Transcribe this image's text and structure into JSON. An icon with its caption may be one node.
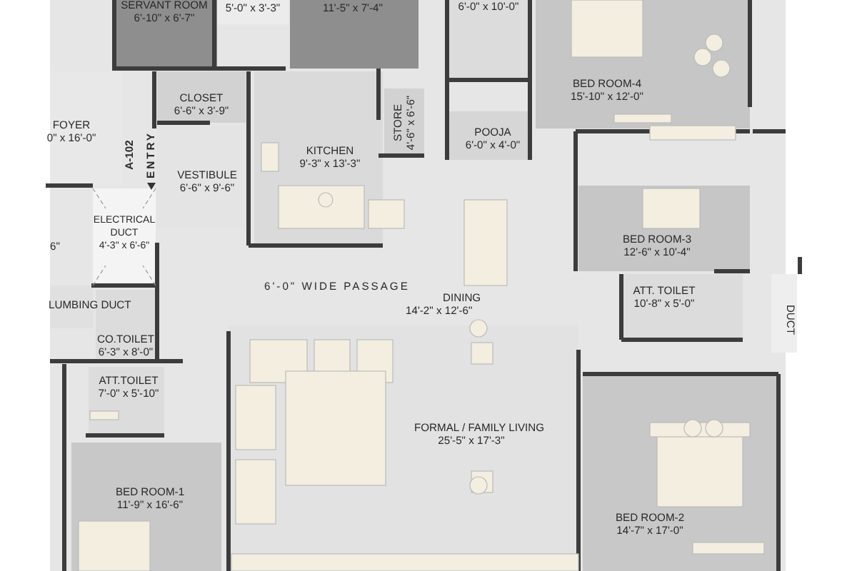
{
  "diagram": {
    "nodes": [
      {
        "text": [
          "SERVANT ROOM",
          "6'-10\" x 6'-7\""
        ]
      },
      {
        "text": [
          "5'-0\" x 3'-3\""
        ]
      },
      {
        "text": [
          "11'-5\" x 7'-4\""
        ]
      },
      {
        "text": [
          "6'-0\" x 10'-0\""
        ]
      },
      {
        "text": [
          "BED ROOM-4",
          "15'-10\" x 12'-0\""
        ]
      },
      {
        "text": [
          "CLOSET",
          "6'-6\" x 3'-9\""
        ]
      },
      {
        "text": [
          "FOYER",
          "0\" x 16'-0\""
        ]
      },
      {
        "text": [
          "KITCHEN",
          "9'-3\" x 13'-3\""
        ]
      },
      {
        "text": [
          "STORE",
          "4'-6\" x 6'-6\""
        ]
      },
      {
        "text": [
          "POOJA",
          "6'-0\" x 4'-0\""
        ]
      },
      {
        "text": [
          "VESTIBULE",
          "6'-6\" x 9'-6\""
        ]
      },
      {
        "text": [
          "ELECTRICAL DUCT",
          "4'-3\" x 6'-6\""
        ]
      },
      {
        "text": [
          "BED ROOM-3",
          "12'-6\" x 10'-4\""
        ]
      },
      {
        "text": [
          "ATT. TOILET",
          "10'-8\" x 5'-0\""
        ]
      },
      {
        "text": [
          "DUCT"
        ]
      },
      {
        "text": [
          "LUMBING DUCT"
        ]
      },
      {
        "text": [
          "CO.TOILET",
          "6'-3\" x 8'-0\""
        ]
      },
      {
        "text": [
          "ATT.TOILET",
          "7'-0\" x 5'-10\""
        ]
      },
      {
        "text": [
          "BED ROOM-1",
          "11'-9\" x 16'-6\""
        ]
      },
      {
        "text": [
          "FORMAL / FAMILY LIVING",
          "25'-5\" x 17'-3\""
        ]
      },
      {
        "text": [
          "BED ROOM-2",
          "14'-7\" x 17'-0\""
        ]
      }
    ],
    "labels": [
      "A-102",
      "ENTRY",
      "6\"",
      "6'-0\" WIDE PASSAGE",
      "DINING",
      "14'-2\" x 12'-6\""
    ]
  }
}
